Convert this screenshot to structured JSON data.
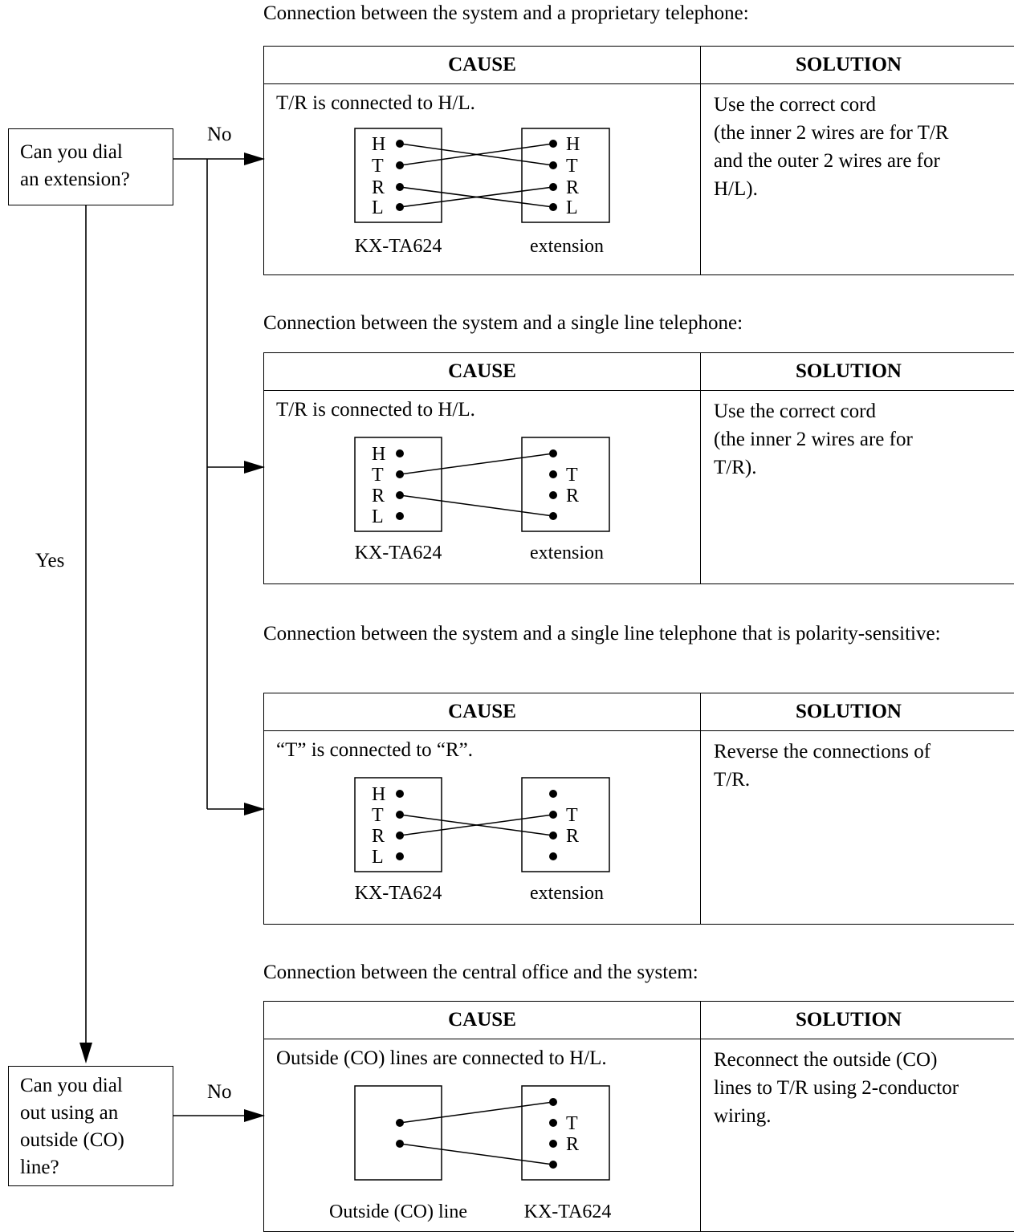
{
  "questions": {
    "q1": [
      "Can you dial",
      "an extension?"
    ],
    "q2": [
      "Can you dial",
      "out using an",
      "outside (CO)",
      "line?"
    ]
  },
  "flow_labels": {
    "no": "No",
    "yes": "Yes"
  },
  "sections": [
    {
      "heading": "Connection between the system and a proprietary telephone:",
      "cause_header": "CAUSE",
      "solution_header": "SOLUTION",
      "cause": "T/R is connected to H/L.",
      "solution": [
        "Use the correct cord",
        "(the inner 2 wires are for T/R",
        "and the outer 2 wires are for",
        "H/L)."
      ],
      "left_device": "KX-TA624",
      "right_device": "extension",
      "left_pins": [
        "H",
        "T",
        "R",
        "L"
      ],
      "right_pins": [
        "H",
        "T",
        "R",
        "L"
      ]
    },
    {
      "heading": "Connection between the system and a single line telephone:",
      "cause_header": "CAUSE",
      "solution_header": "SOLUTION",
      "cause": "T/R is connected to H/L.",
      "solution": [
        "Use the correct cord",
        "(the inner 2 wires are for",
        "T/R)."
      ],
      "left_device": "KX-TA624",
      "right_device": "extension",
      "left_pins": [
        "H",
        "T",
        "R",
        "L"
      ],
      "right_pins": [
        "",
        "T",
        "R",
        ""
      ]
    },
    {
      "heading": "Connection between the system and a single line telephone that is polarity-sensitive:",
      "cause_header": "CAUSE",
      "solution_header": "SOLUTION",
      "cause": "“T” is connected to “R”.",
      "solution": [
        "Reverse the connections of",
        "T/R."
      ],
      "left_device": "KX-TA624",
      "right_device": "extension",
      "left_pins": [
        "H",
        "T",
        "R",
        "L"
      ],
      "right_pins": [
        "",
        "T",
        "R",
        ""
      ]
    },
    {
      "heading": "Connection between the central office and the system:",
      "cause_header": "CAUSE",
      "solution_header": "SOLUTION",
      "cause": "Outside (CO) lines are connected to H/L.",
      "solution": [
        "Reconnect the outside (CO)",
        "lines to T/R using 2-conductor",
        "wiring."
      ],
      "left_device": "Outside (CO) line",
      "right_device": "KX-TA624",
      "left_pins": [
        "",
        ""
      ],
      "right_pins": [
        "",
        "T",
        "R",
        ""
      ]
    }
  ]
}
